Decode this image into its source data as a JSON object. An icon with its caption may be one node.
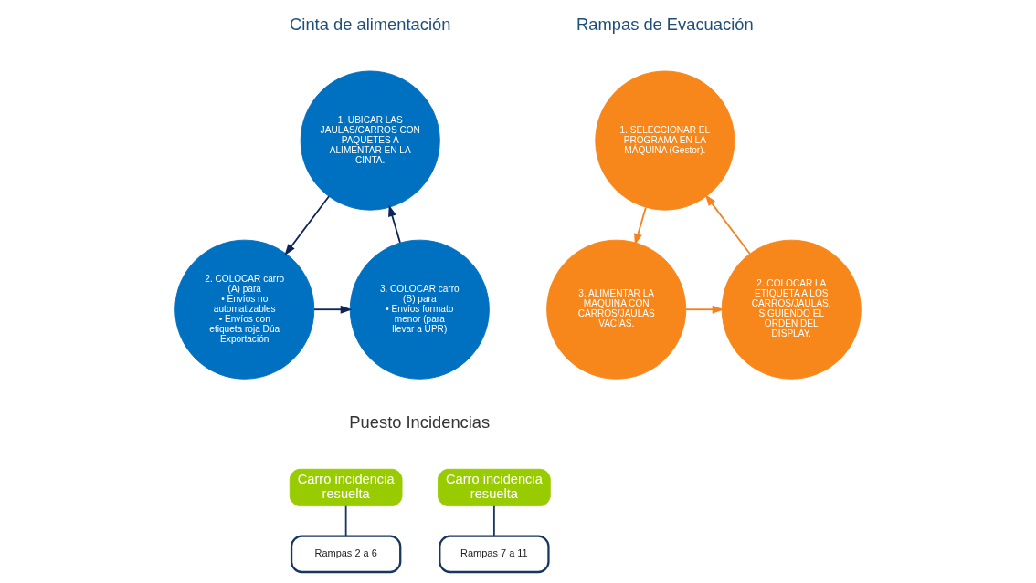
{
  "diagram": {
    "nodes": [
      {
        "text": [
          "1. UBICAR LAS JAULAS/CARROS CON PAQUETES A ALIMENTAR EN LA CINTA."
        ]
      },
      {
        "text": [
          "2. COLOCAR carro (A) para",
          "• Envíos no automatizables",
          "• Envíos con etiqueta roja Dúa Exportación"
        ]
      },
      {
        "text": [
          "3. COLOCAR carro (B) para",
          "• Envíos formato menor (para llevar a UPR)"
        ]
      },
      {
        "text": [
          "1. SELECCIONAR EL PROGRAMA EN LA MÁQUINA (Gestor)."
        ]
      },
      {
        "text": [
          "2. COLOCAR LA ETIQUETA A LOS CARROS/JAULAS, SIGUIENDO EL ORDEN DEL DISPLAY."
        ]
      },
      {
        "text": [
          "3. ALIMENTAR LA MAQUINA CON CARROS/JAULAS VACIAS."
        ]
      },
      {
        "text": [
          "Carro incidencia resuelta"
        ]
      },
      {
        "text": [
          "Carro incidencia resuelta"
        ]
      },
      {
        "text": [
          "Rampas 2 a 6"
        ]
      },
      {
        "text": [
          "Rampas 7 a 11"
        ]
      }
    ],
    "edges": [
      {
        "from": 0,
        "to": 1,
        "arrow": "to",
        "color": "#0d2559"
      },
      {
        "from": 1,
        "to": 2,
        "arrow": "to",
        "color": "#0d2559"
      },
      {
        "from": 2,
        "to": 0,
        "arrow": "to",
        "color": "#0d2559"
      },
      {
        "from": 3,
        "to": 5,
        "arrow": "to",
        "color": "#f5821f"
      },
      {
        "from": 5,
        "to": 4,
        "arrow": "to",
        "color": "#f5821f"
      },
      {
        "from": 4,
        "to": 3,
        "arrow": "to",
        "color": "#f5821f"
      },
      {
        "from": 6,
        "to": 8,
        "arrow": "none",
        "color": "#17375e"
      },
      {
        "from": 7,
        "to": 9,
        "arrow": "none",
        "color": "#17375e"
      }
    ],
    "labels": [
      "Cinta de alimentación",
      "Rampas de Evacuación",
      "Puesto Incidencias"
    ]
  }
}
